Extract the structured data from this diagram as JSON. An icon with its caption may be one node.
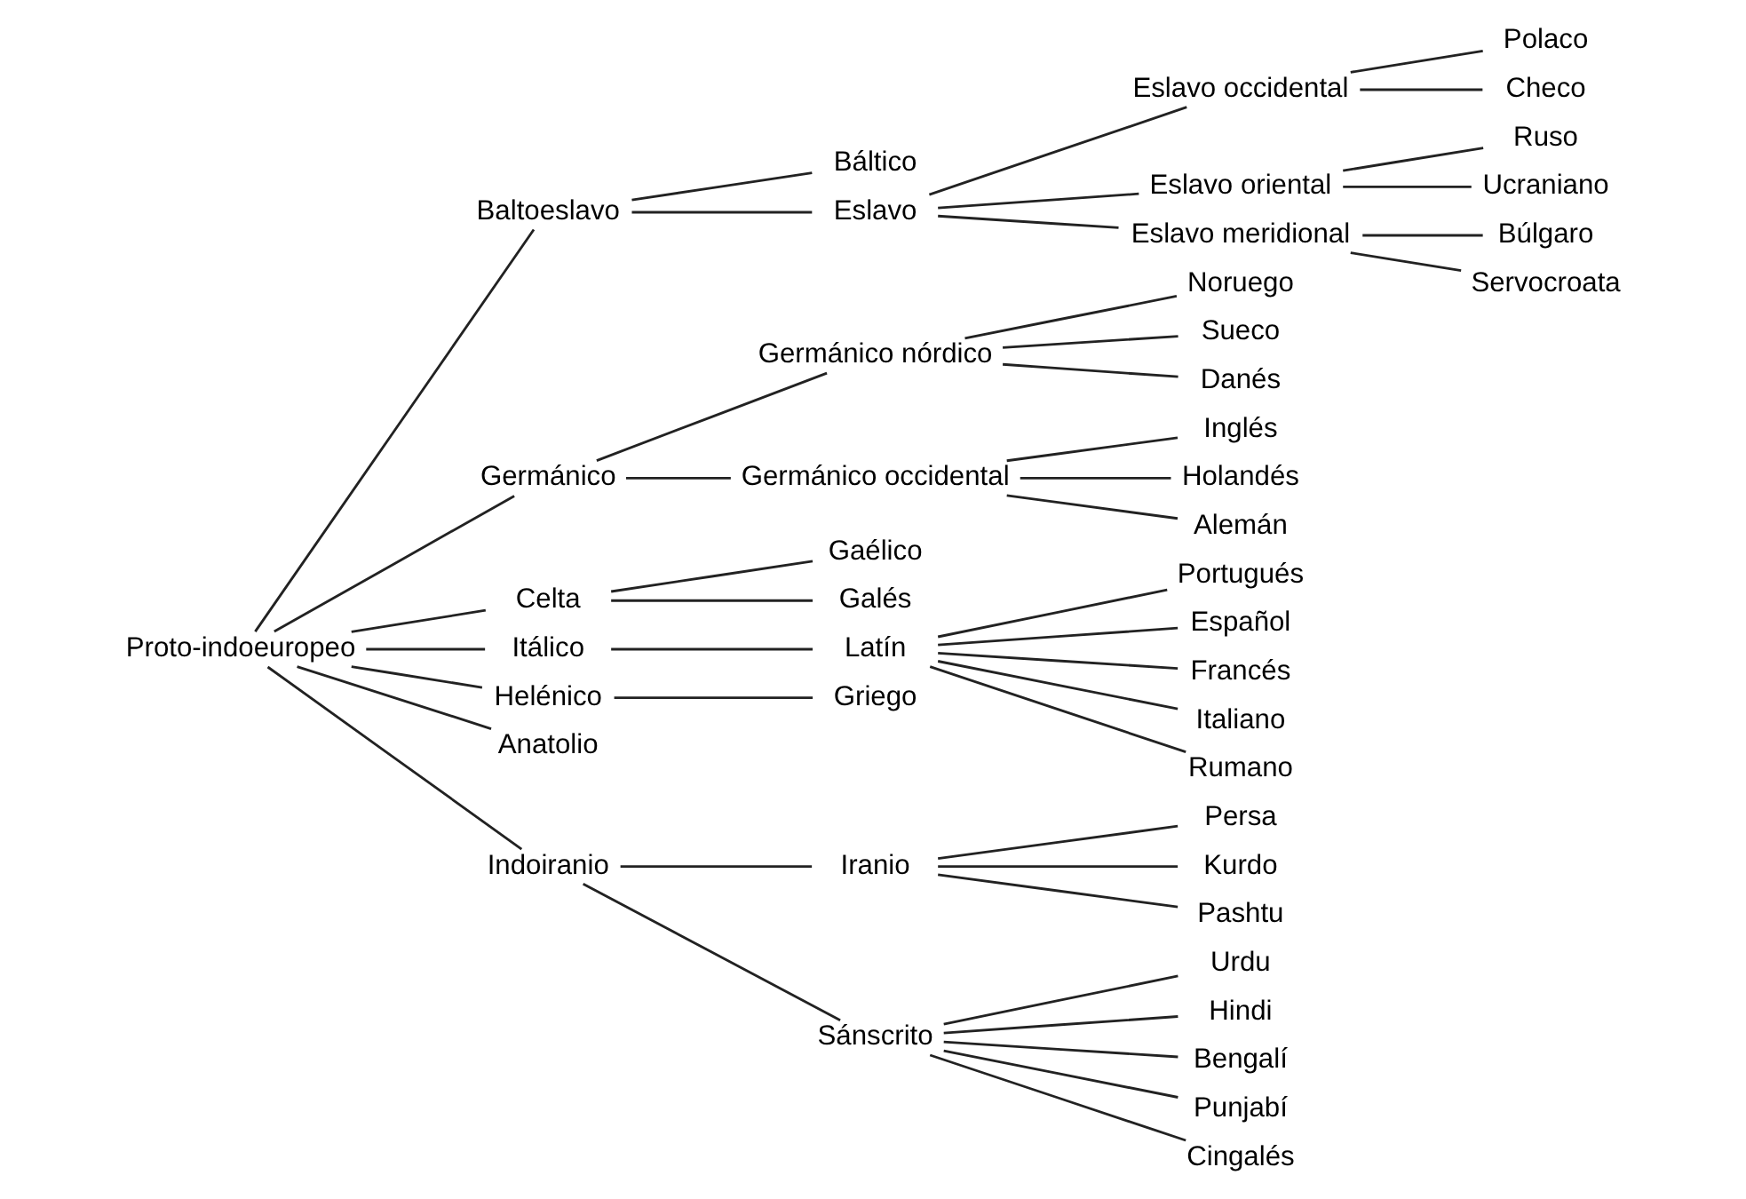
{
  "diagram": {
    "nodes": [
      {
        "text": [
          "Proto-indoeuropeo"
        ]
      },
      {
        "text": [
          "Báltico"
        ]
      },
      {
        "text": [
          "Baltoeslavo"
        ]
      },
      {
        "text": [
          "Eslavo occidental"
        ]
      },
      {
        "text": [
          "Polaco"
        ]
      },
      {
        "text": [
          "Checo"
        ]
      },
      {
        "text": [
          "Eslavo"
        ]
      },
      {
        "text": [
          "Eslavo oriental"
        ]
      },
      {
        "text": [
          "Ruso"
        ]
      },
      {
        "text": [
          "Ucraniano"
        ]
      },
      {
        "text": [
          "Eslavo meridional"
        ]
      },
      {
        "text": [
          "Búlgaro"
        ]
      },
      {
        "text": [
          "Servocroata"
        ]
      },
      {
        "text": [
          "Germánico"
        ]
      },
      {
        "text": [
          "Germánico nórdico"
        ]
      },
      {
        "text": [
          "Noruego"
        ]
      },
      {
        "text": [
          "Sueco"
        ]
      },
      {
        "text": [
          "Danés"
        ]
      },
      {
        "text": [
          "Germánico occidental"
        ]
      },
      {
        "text": [
          "Inglés"
        ]
      },
      {
        "text": [
          "Holandés"
        ]
      },
      {
        "text": [
          "Alemán"
        ]
      },
      {
        "text": [
          "Celta"
        ]
      },
      {
        "text": [
          "Gaélico"
        ]
      },
      {
        "text": [
          "Galés"
        ]
      },
      {
        "text": [
          "Itálico"
        ]
      },
      {
        "text": [
          "Latín"
        ]
      },
      {
        "text": [
          "Portugués"
        ]
      },
      {
        "text": [
          "Español"
        ]
      },
      {
        "text": [
          "Francés"
        ]
      },
      {
        "text": [
          "Italiano"
        ]
      },
      {
        "text": [
          "Rumano"
        ]
      },
      {
        "text": [
          "Helénico"
        ]
      },
      {
        "text": [
          "Griego"
        ]
      },
      {
        "text": [
          "Anatolio"
        ]
      },
      {
        "text": [
          "Indoiranio"
        ]
      },
      {
        "text": [
          "Iranio"
        ]
      },
      {
        "text": [
          "Persa"
        ]
      },
      {
        "text": [
          "Kurdo"
        ]
      },
      {
        "text": [
          "Pashtu"
        ]
      },
      {
        "text": [
          "Sánscrito"
        ]
      },
      {
        "text": [
          "Urdu"
        ]
      },
      {
        "text": [
          "Hindi"
        ]
      },
      {
        "text": [
          "Bengalí"
        ]
      },
      {
        "text": [
          "Punjabí"
        ]
      },
      {
        "text": [
          "Cingalés"
        ]
      }
    ],
    "edges": [
      {
        "from": 0,
        "to": 2,
        "arrow": "none"
      },
      {
        "from": 0,
        "to": 13,
        "arrow": "none"
      },
      {
        "from": 0,
        "to": 22,
        "arrow": "none"
      },
      {
        "from": 0,
        "to": 25,
        "arrow": "none"
      },
      {
        "from": 0,
        "to": 32,
        "arrow": "none"
      },
      {
        "from": 0,
        "to": 34,
        "arrow": "none"
      },
      {
        "from": 0,
        "to": 35,
        "arrow": "none"
      },
      {
        "from": 2,
        "to": 1,
        "arrow": "none"
      },
      {
        "from": 2,
        "to": 6,
        "arrow": "none"
      },
      {
        "from": 6,
        "to": 3,
        "arrow": "none"
      },
      {
        "from": 6,
        "to": 7,
        "arrow": "none"
      },
      {
        "from": 6,
        "to": 10,
        "arrow": "none"
      },
      {
        "from": 3,
        "to": 4,
        "arrow": "none"
      },
      {
        "from": 3,
        "to": 5,
        "arrow": "none"
      },
      {
        "from": 7,
        "to": 8,
        "arrow": "none"
      },
      {
        "from": 7,
        "to": 9,
        "arrow": "none"
      },
      {
        "from": 10,
        "to": 11,
        "arrow": "none"
      },
      {
        "from": 10,
        "to": 12,
        "arrow": "none"
      },
      {
        "from": 13,
        "to": 14,
        "arrow": "none"
      },
      {
        "from": 13,
        "to": 18,
        "arrow": "none"
      },
      {
        "from": 14,
        "to": 15,
        "arrow": "none"
      },
      {
        "from": 14,
        "to": 16,
        "arrow": "none"
      },
      {
        "from": 14,
        "to": 17,
        "arrow": "none"
      },
      {
        "from": 18,
        "to": 19,
        "arrow": "none"
      },
      {
        "from": 18,
        "to": 20,
        "arrow": "none"
      },
      {
        "from": 18,
        "to": 21,
        "arrow": "none"
      },
      {
        "from": 22,
        "to": 23,
        "arrow": "none"
      },
      {
        "from": 22,
        "to": 24,
        "arrow": "none"
      },
      {
        "from": 25,
        "to": 26,
        "arrow": "none"
      },
      {
        "from": 26,
        "to": 27,
        "arrow": "none"
      },
      {
        "from": 26,
        "to": 28,
        "arrow": "none"
      },
      {
        "from": 26,
        "to": 29,
        "arrow": "none"
      },
      {
        "from": 26,
        "to": 30,
        "arrow": "none"
      },
      {
        "from": 26,
        "to": 31,
        "arrow": "none"
      },
      {
        "from": 32,
        "to": 33,
        "arrow": "none"
      },
      {
        "from": 35,
        "to": 36,
        "arrow": "none"
      },
      {
        "from": 35,
        "to": 40,
        "arrow": "none"
      },
      {
        "from": 36,
        "to": 37,
        "arrow": "none"
      },
      {
        "from": 36,
        "to": 38,
        "arrow": "none"
      },
      {
        "from": 36,
        "to": 39,
        "arrow": "none"
      },
      {
        "from": 40,
        "to": 41,
        "arrow": "none"
      },
      {
        "from": 40,
        "to": 42,
        "arrow": "none"
      },
      {
        "from": 40,
        "to": 43,
        "arrow": "none"
      },
      {
        "from": 40,
        "to": 44,
        "arrow": "none"
      },
      {
        "from": 40,
        "to": 45,
        "arrow": "none"
      }
    ]
  }
}
